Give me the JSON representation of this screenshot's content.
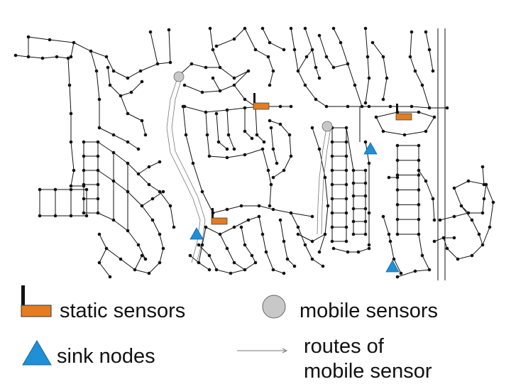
{
  "colors": {
    "static_sensor": "#e57c1f",
    "mobile_sensor": "#c8c8c8",
    "sink_node": "#1f8fd6",
    "network": "#111111",
    "route": "#777777"
  },
  "legend": {
    "static_sensors": "static sensors",
    "mobile_sensors": "mobile sensors",
    "sink_nodes": "sink nodes",
    "routes_line1": "routes of",
    "routes_line2": "mobile sensor"
  },
  "icons": {
    "static_sensor": "static-sensor-icon",
    "mobile_sensor": "mobile-sensor-icon",
    "sink_node": "sink-node-icon",
    "route": "route-arrow-icon"
  }
}
